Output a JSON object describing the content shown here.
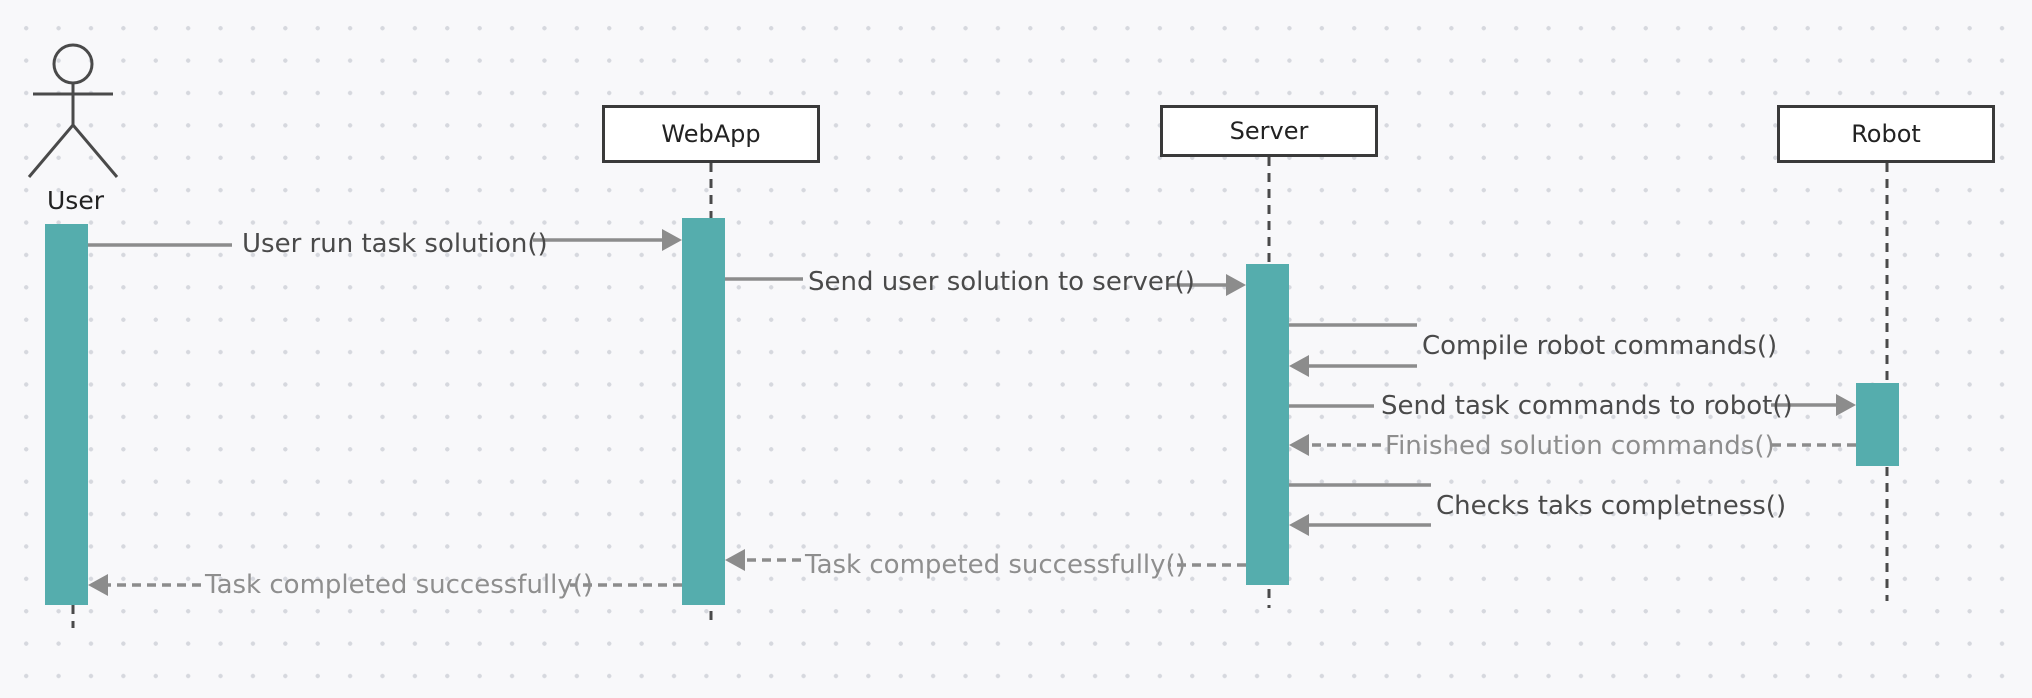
{
  "participants": {
    "user": "User",
    "webapp": "WebApp",
    "server": "Server",
    "robot": "Robot"
  },
  "messages": [
    {
      "id": "m1",
      "label": "User run task solution()",
      "from": "User",
      "to": "WebApp",
      "kind": "call"
    },
    {
      "id": "m2",
      "label": "Send user solution to server()",
      "from": "WebApp",
      "to": "Server",
      "kind": "call"
    },
    {
      "id": "m3",
      "label": "Compile robot commands()",
      "from": "Server",
      "to": "Server",
      "kind": "self"
    },
    {
      "id": "m4",
      "label": "Send task commands to robot()",
      "from": "Server",
      "to": "Robot",
      "kind": "call"
    },
    {
      "id": "m5",
      "label": "Finished solution commands()",
      "from": "Robot",
      "to": "Server",
      "kind": "return"
    },
    {
      "id": "m6",
      "label": "Checks taks completness()",
      "from": "Server",
      "to": "Server",
      "kind": "self"
    },
    {
      "id": "m7",
      "label": "Task competed successfully()",
      "from": "Server",
      "to": "WebApp",
      "kind": "return"
    },
    {
      "id": "m8",
      "label": "Task completed successfully()",
      "from": "WebApp",
      "to": "User",
      "kind": "return"
    }
  ],
  "colors": {
    "activation": "#55adad",
    "arrow": "#8c8c8c",
    "lifeline": "#4a4a4a",
    "box_border": "#3a3a3a"
  }
}
